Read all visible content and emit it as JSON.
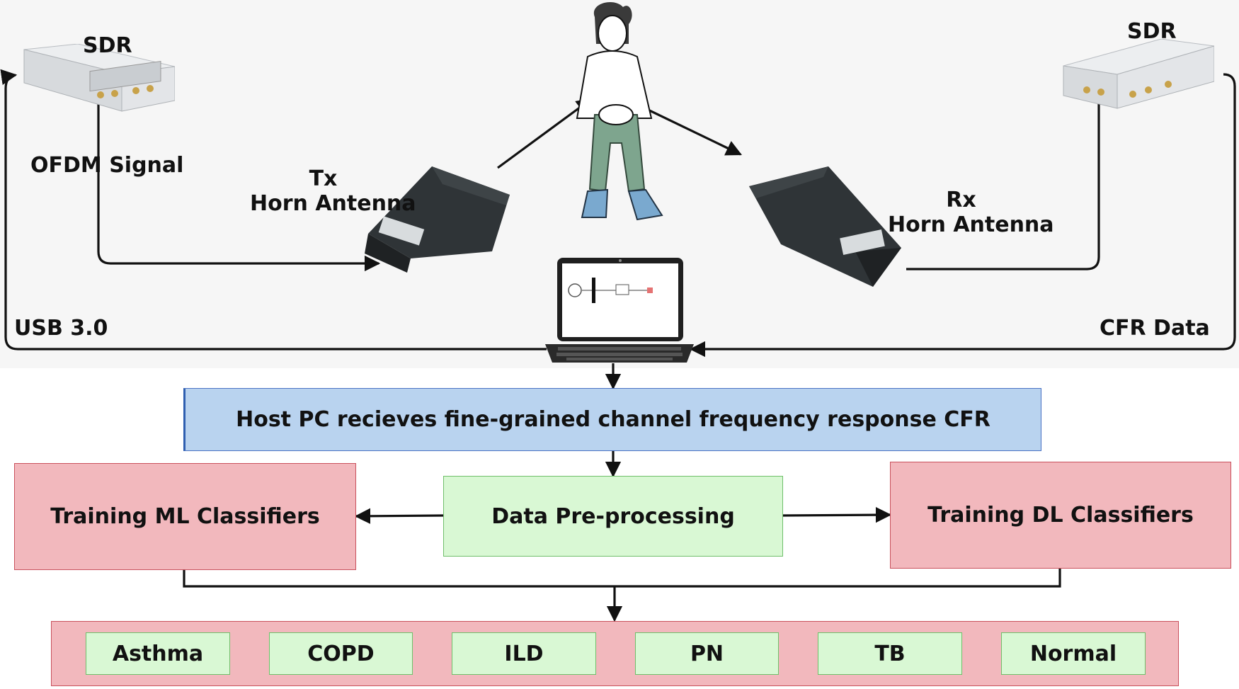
{
  "labels": {
    "sdr_left": "SDR",
    "sdr_right": "SDR",
    "ofdm_signal": "OFDM Signal",
    "tx_line1": "Tx",
    "tx_line2": "Horn Antenna",
    "rx_line1": "Rx",
    "rx_line2": "Horn Antenna",
    "usb": "USB 3.0",
    "cfr_data": "CFR Data"
  },
  "pipeline": {
    "host_pc": "Host PC recieves fine-grained channel frequency response CFR",
    "preprocessing": "Data Pre-processing",
    "ml": "Training ML Classifiers",
    "dl": "Training DL Classifiers"
  },
  "outcomes": [
    "Asthma",
    "COPD",
    "ILD",
    "PN",
    "TB",
    "Normal"
  ],
  "colors": {
    "host_fill": "#b9d3ef",
    "green_fill": "#d9f8d4",
    "pink_fill": "#f2b8bd",
    "line": "#111111"
  },
  "icons": {
    "sdr": "sdr-device-icon",
    "antenna": "horn-antenna-icon",
    "person": "seated-person-icon",
    "laptop": "laptop-icon"
  }
}
